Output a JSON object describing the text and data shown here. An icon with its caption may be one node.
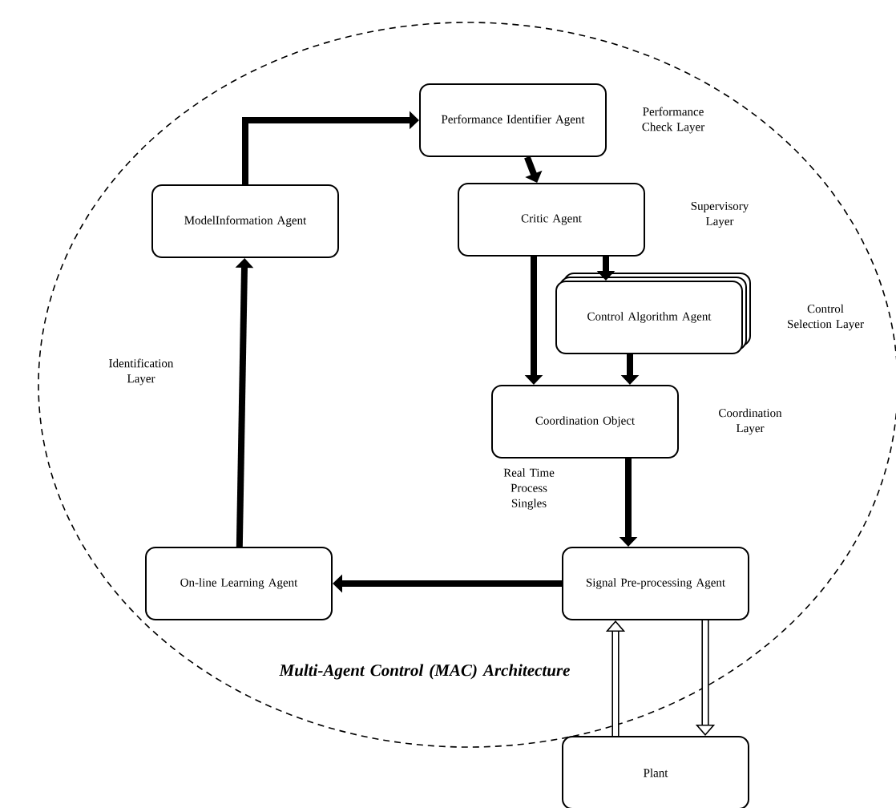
{
  "diagram": {
    "nodes": [
      {
        "text": [
          "Performance Identifier Agent"
        ]
      },
      {
        "text": [
          "ModelInformation Agent"
        ]
      },
      {
        "text": [
          "Critic Agent"
        ]
      },
      {
        "text": [
          "Control Algorithm Agent"
        ]
      },
      {
        "text": [
          "Coordination Object"
        ]
      },
      {
        "text": [
          "On-line Learning Agent"
        ]
      },
      {
        "text": [
          "Signal Pre-processing Agent"
        ]
      },
      {
        "text": [
          "Plant"
        ]
      }
    ],
    "edges": [
      {
        "from": 1,
        "to": 0,
        "arrow": "to"
      },
      {
        "from": 0,
        "to": 2,
        "arrow": "to"
      },
      {
        "from": 2,
        "to": 3,
        "arrow": "to"
      },
      {
        "from": 2,
        "to": 4,
        "arrow": "to"
      },
      {
        "from": 3,
        "to": 4,
        "arrow": "to"
      },
      {
        "from": 4,
        "to": 6,
        "arrow": "to"
      },
      {
        "from": 6,
        "to": 5,
        "arrow": "to"
      },
      {
        "from": 5,
        "to": 1,
        "arrow": "to"
      },
      {
        "from": 7,
        "to": 6,
        "arrow": "to"
      },
      {
        "from": 6,
        "to": 7,
        "arrow": "to"
      }
    ],
    "labels": [
      "Performance Check Layer",
      "Supervisory Layer",
      "Control Selection Layer",
      "Identification Layer",
      "Coordination Layer",
      "Real Time Process Singles",
      "Multi-Agent Control (MAC) Architecture"
    ]
  }
}
